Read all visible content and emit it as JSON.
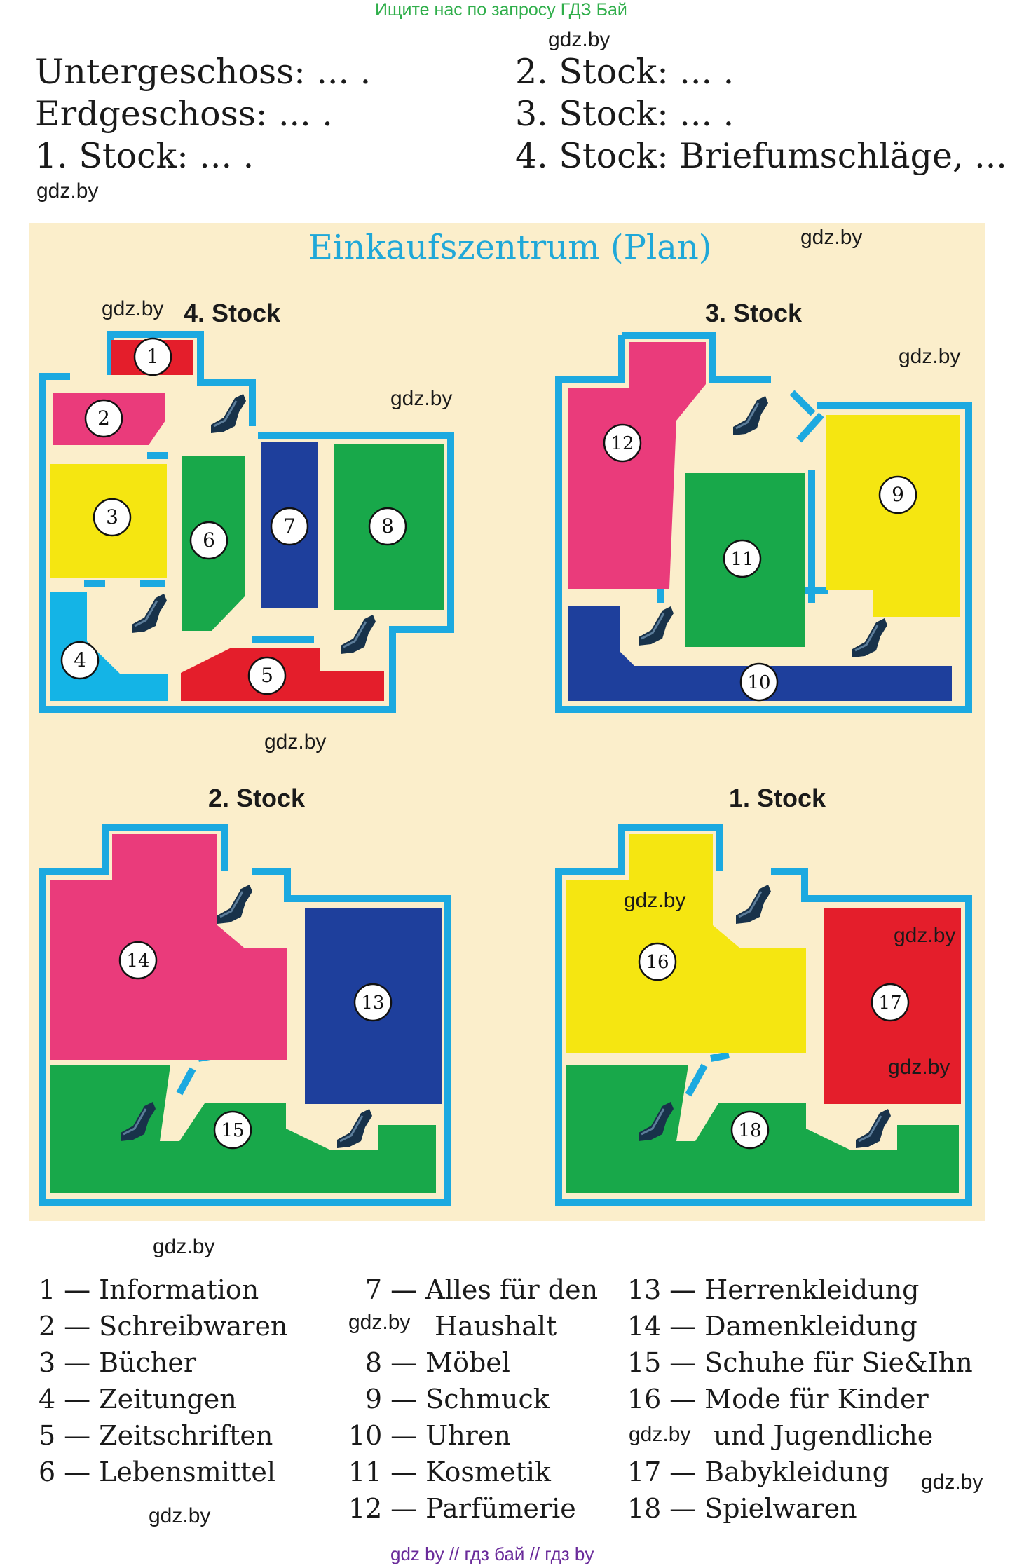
{
  "top_note": "Ищите нас по запросу ГДЗ Бай",
  "watermark": "gdz.by",
  "questions": {
    "left": [
      "Untergeschoss: ... .",
      "Erdgeschoss: ... .",
      "1. Stock: ... ."
    ],
    "right": [
      "2. Stock: ... .",
      "3. Stock: ... .",
      "4. Stock: Briefumschläge, ..."
    ]
  },
  "plan": {
    "title": "Einkaufszentrum (Plan)",
    "floors": [
      {
        "name": "4. Stock",
        "rooms": [
          "1",
          "2",
          "3",
          "4",
          "5",
          "6",
          "7",
          "8"
        ]
      },
      {
        "name": "3. Stock",
        "rooms": [
          "9",
          "10",
          "11",
          "12"
        ]
      },
      {
        "name": "2. Stock",
        "rooms": [
          "13",
          "14",
          "15"
        ]
      },
      {
        "name": "1. Stock",
        "rooms": [
          "16",
          "17",
          "18"
        ]
      }
    ],
    "icons": [
      "escalator-icon"
    ],
    "colors": {
      "wall": "#1ca9e0",
      "red": "#e41e2b",
      "pink": "#ea3b7b",
      "yellow": "#f5e611",
      "green": "#18a84a",
      "navy": "#1e3f9c",
      "lightblue": "#14b4e6",
      "background": "#fbeecb"
    }
  },
  "legend": {
    "col1": [
      {
        "num": "1",
        "text": "Information"
      },
      {
        "num": "2",
        "text": "Schreibwaren"
      },
      {
        "num": "3",
        "text": "Bücher"
      },
      {
        "num": "4",
        "text": "Zeitungen"
      },
      {
        "num": "5",
        "text": "Zeitschriften"
      },
      {
        "num": "6",
        "text": "Lebensmittel"
      }
    ],
    "col2": [
      {
        "num": "7",
        "text": "Alles für den"
      },
      {
        "num": "",
        "text": "Haushalt"
      },
      {
        "num": "8",
        "text": "Möbel"
      },
      {
        "num": "9",
        "text": "Schmuck"
      },
      {
        "num": "10",
        "text": "Uhren"
      },
      {
        "num": "11",
        "text": "Kosmetik"
      },
      {
        "num": "12",
        "text": "Parfümerie"
      }
    ],
    "col3": [
      {
        "num": "13",
        "text": "Herrenkleidung"
      },
      {
        "num": "14",
        "text": "Damenkleidung"
      },
      {
        "num": "15",
        "text": "Schuhe für Sie&Ihn"
      },
      {
        "num": "16",
        "text": "Mode für Kinder"
      },
      {
        "num": "",
        "text": "und Jugendliche"
      },
      {
        "num": "17",
        "text": "Babykleidung"
      },
      {
        "num": "18",
        "text": "Spielwaren"
      }
    ],
    "dash": "—"
  },
  "footer": "gdz by  //  гдз бай  //  гдз by"
}
